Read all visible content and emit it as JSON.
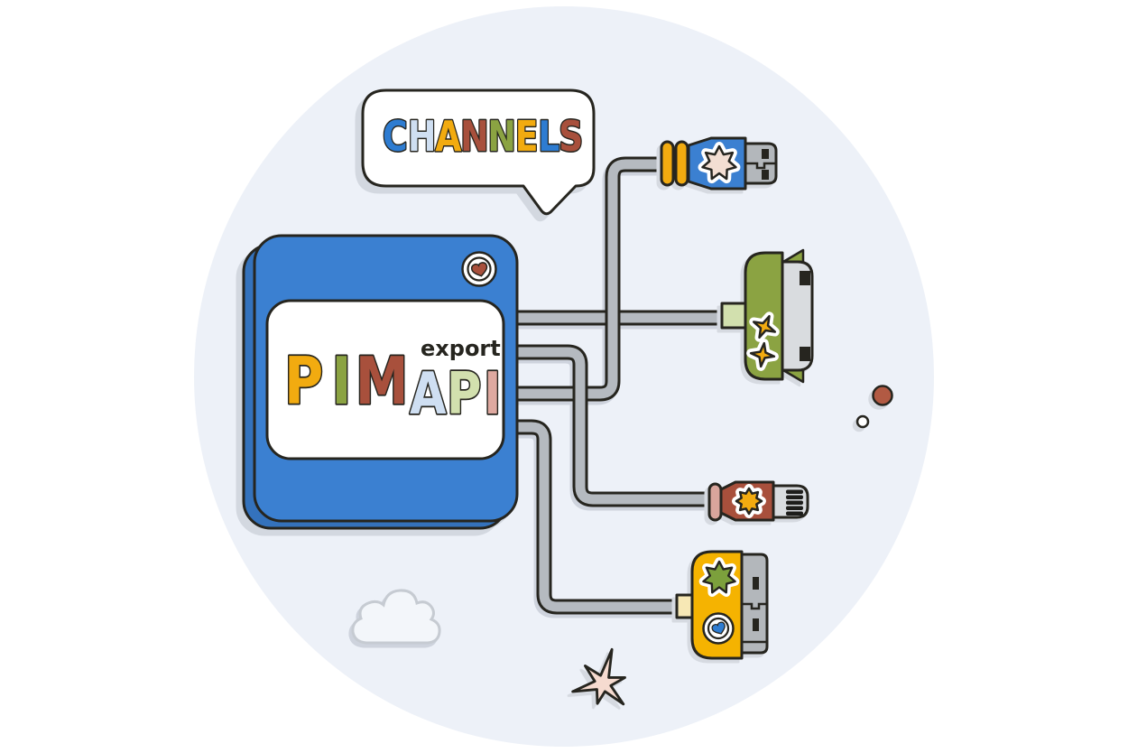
{
  "title": "PIM export API channels illustration",
  "colors": {
    "background": "#ffffff",
    "circle": "#edf1f8",
    "outline": "#26251f",
    "box_blue": "#3b80d1",
    "box_blue_back": "#3472bc",
    "cable_gray": "#b5bac0",
    "metal_gray": "#b3b7bb",
    "metal_light": "#d9dcdf",
    "yellow": "#f2ab10",
    "olive": "#8ba342",
    "brick": "#a8503c",
    "badge_pink": "#f3ded2",
    "collar_pink": "#d9a59c",
    "tab_pale_green": "#d2e0ae",
    "tab_pale_yellow": "#f7e8b5",
    "heart_red": "#a8503c",
    "heart_blue": "#2e7cd1",
    "starburst_pink": "#f6dbd0",
    "shadow": "#d3d8e0"
  },
  "bubble": {
    "word": "CHANNELS",
    "letters": [
      {
        "char": "C",
        "color": "#2e7cd1"
      },
      {
        "char": "H",
        "color": "#cfdff2"
      },
      {
        "char": "A",
        "color": "#f2ab10"
      },
      {
        "char": "N",
        "color": "#a8503c"
      },
      {
        "char": "N",
        "color": "#8ba342"
      },
      {
        "char": "E",
        "color": "#f2ab10"
      },
      {
        "char": "L",
        "color": "#2e7cd1"
      },
      {
        "char": "S",
        "color": "#a8503c"
      }
    ]
  },
  "pim_box": {
    "name": "PIM",
    "name_letters": [
      {
        "char": "P",
        "color": "#f2ab10"
      },
      {
        "char": "I",
        "color": "#8ba342"
      },
      {
        "char": "M",
        "color": "#a8503c"
      }
    ],
    "export_label": "export",
    "api": "API",
    "api_letters": [
      {
        "char": "A",
        "color": "#cfdff2"
      },
      {
        "char": "P",
        "color": "#d2e0ae"
      },
      {
        "char": "I",
        "color": "#dfa9a0"
      }
    ],
    "badge_icon": "heart-icon"
  },
  "connectors": [
    {
      "name": "usb-a-plug",
      "body_color": "#3b80d1",
      "ring_color": "#f2ab10",
      "badge_icons": [
        "seven-point-star-icon"
      ],
      "badge_colors": [
        "#f3ded2"
      ]
    },
    {
      "name": "dock-plug",
      "body_color": "#8ba342",
      "tab_color": "#d2e0ae",
      "badge_icons": [
        "four-point-sparkle-icon",
        "four-point-sparkle-icon"
      ],
      "badge_colors": [
        "#f2ab10",
        "#f2ab10"
      ]
    },
    {
      "name": "lightning-plug",
      "body_color": "#a8503c",
      "collar_color": "#d9a59c",
      "badge_icons": [
        "eight-point-star-icon"
      ],
      "badge_colors": [
        "#f2ab10"
      ]
    },
    {
      "name": "wide-plug",
      "body_color": "#f5b301",
      "tab_color": "#f7e8b5",
      "badge_icons": [
        "seven-point-star-icon",
        "heart-icon"
      ],
      "badge_colors": [
        "#7ca03c",
        "#2e7cd1"
      ]
    }
  ],
  "decorations": [
    "speech-bubble",
    "cloud",
    "starburst",
    "red-dot",
    "white-dot"
  ]
}
